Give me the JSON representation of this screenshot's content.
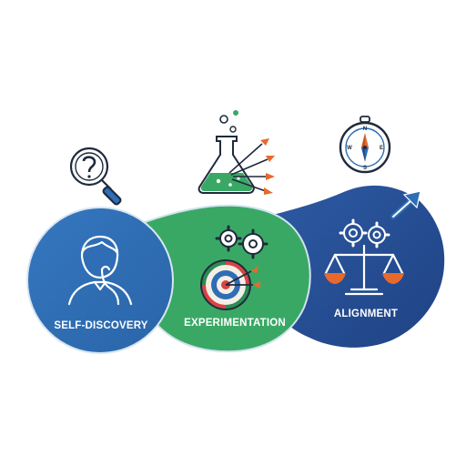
{
  "stages": [
    {
      "label": "SELF-DISCOVERY",
      "icon": "thinking-person-icon",
      "color": "#2f6db4"
    },
    {
      "label": "EXPERIMENTATION",
      "icon": "dartboard-gears-icon",
      "color": "#3aa865"
    },
    {
      "label": "ALIGNMENT",
      "icon": "balance-scale-gears-icon",
      "color": "#254d93"
    }
  ],
  "top_icons": [
    {
      "icon": "question-magnifier-icon"
    },
    {
      "icon": "flask-arrows-icon"
    },
    {
      "icon": "compass-icon"
    }
  ],
  "colors": {
    "blue": "#2f6db4",
    "green": "#3aa865",
    "navy": "#254d93",
    "orange": "#e8692d",
    "outline": "#1f2a3c"
  }
}
